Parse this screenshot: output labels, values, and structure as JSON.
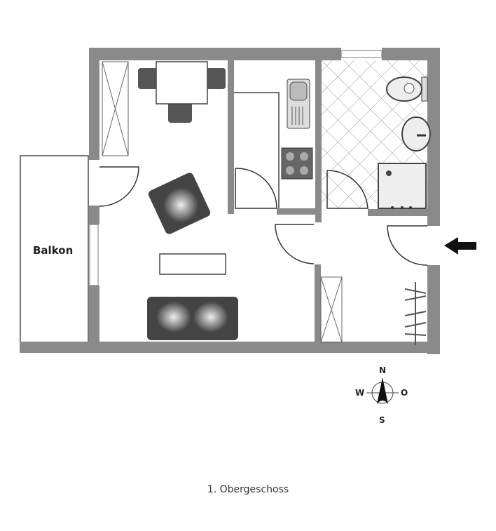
{
  "plan": {
    "room_label_balcony": "Balkon",
    "floor_caption": "1. Obergeschoss",
    "wall_color": "#8a8a8a",
    "furniture_color": "#555555"
  },
  "compass": {
    "north": "N",
    "east": "O",
    "south": "S",
    "west": "W"
  }
}
